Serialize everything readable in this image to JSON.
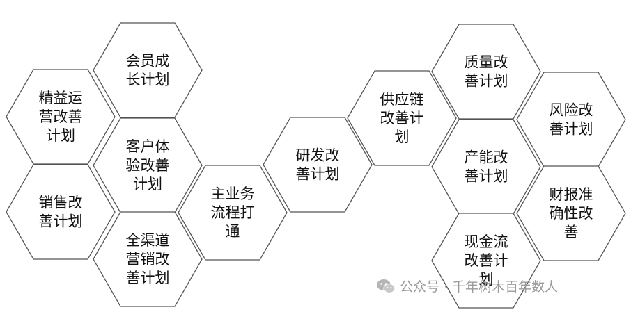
{
  "hexagons": [
    {
      "id": "member-growth",
      "lines": [
        "会员成",
        "长计划"
      ]
    },
    {
      "id": "lean-ops",
      "lines": [
        "精益运",
        "营改善",
        "计划"
      ]
    },
    {
      "id": "customer-exp",
      "lines": [
        "客户体",
        "验改善",
        "计划"
      ]
    },
    {
      "id": "sales",
      "lines": [
        "销售改",
        "善计划"
      ]
    },
    {
      "id": "omni-channel",
      "lines": [
        "全渠道",
        "营销改",
        "善计划"
      ]
    },
    {
      "id": "main-business",
      "lines": [
        "主业务",
        "流程打",
        "通"
      ]
    },
    {
      "id": "rnd",
      "lines": [
        "研发改",
        "善计划"
      ]
    },
    {
      "id": "supply-chain",
      "lines": [
        "供应链",
        "改善计",
        "划"
      ]
    },
    {
      "id": "quality",
      "lines": [
        "质量改",
        "善计划"
      ]
    },
    {
      "id": "risk",
      "lines": [
        "风险改",
        "善计划"
      ]
    },
    {
      "id": "capacity",
      "lines": [
        "产能改",
        "善计划"
      ]
    },
    {
      "id": "finance-report",
      "lines": [
        "财报准",
        "确性改",
        "善"
      ]
    },
    {
      "id": "cash-flow",
      "lines": [
        "现金流",
        "改善计",
        "划"
      ]
    }
  ],
  "watermark": {
    "icon": "wechat-icon",
    "text": "公众号 · 千年树木百年数人"
  }
}
